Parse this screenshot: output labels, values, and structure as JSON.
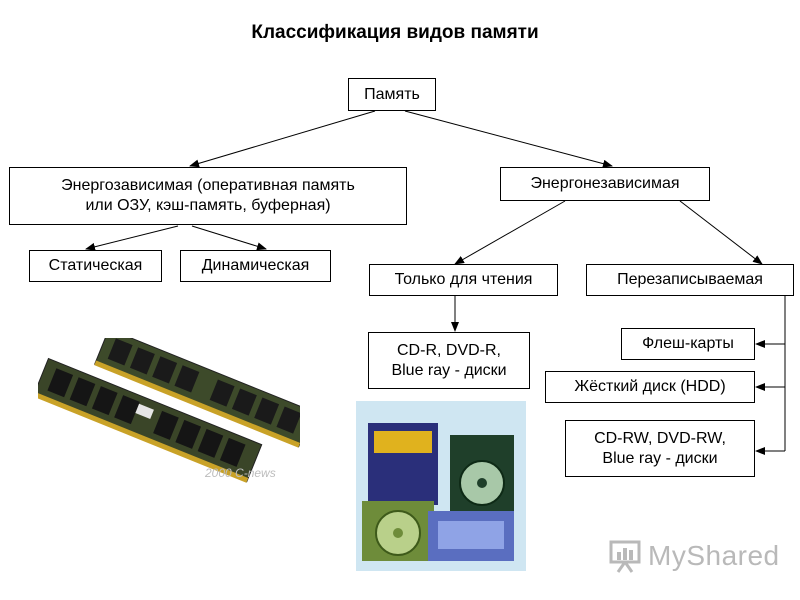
{
  "title": "Классификация видов памяти",
  "nodes": {
    "root": "Память",
    "volatile": "Энергозависимая (оперативная память\nили ОЗУ, кэш-память, буферная)",
    "nonvolatile": "Энергонезависимая",
    "static": "Статическая",
    "dynamic": "Динамическая",
    "readonly": "Только для чтения",
    "rewritable": "Перезаписываемая",
    "cd_r": "CD-R, DVD-R,\nBlue ray - диски",
    "flash": "Флеш-карты",
    "hdd": "Жёсткий диск (HDD)",
    "cd_rw": "CD-RW, DVD-RW,\nBlue ray - диски"
  },
  "images": {
    "ram": "ram-modules-photo",
    "discs": "cd-dvd-discs-photo"
  },
  "watermarks": {
    "ram_mark": "2000 C-news",
    "brand": "MyShared"
  },
  "colors": {
    "line": "#000000",
    "disc_background": "#cfe6f2",
    "ram_board": "#3d4a2a"
  }
}
